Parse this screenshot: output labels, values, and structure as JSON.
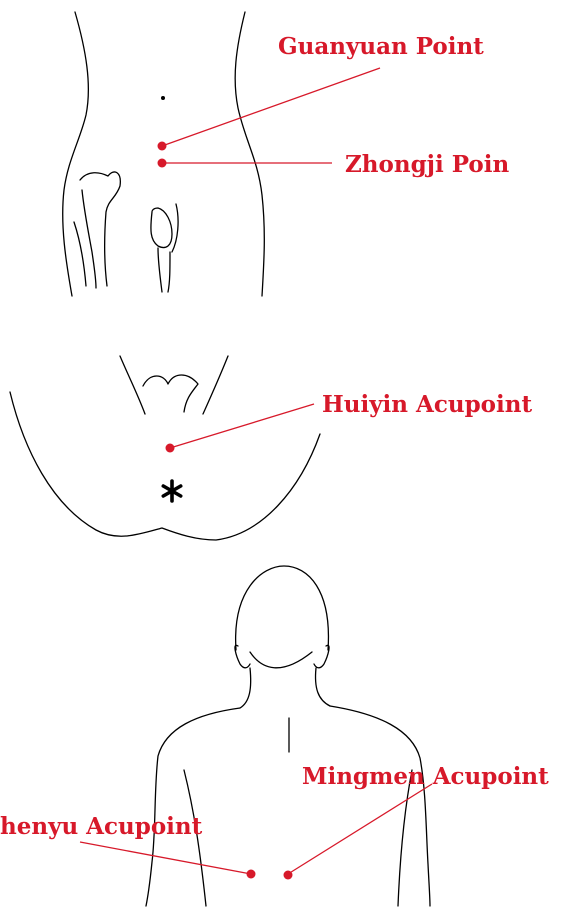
{
  "colors": {
    "accent": "#d7192a",
    "ink": "#000000",
    "background": "#ffffff"
  },
  "labels": {
    "guanyuan": "Guanyuan Point",
    "zhongji": "Zhongji Poin",
    "huiyin": "Huiyin Acupoint",
    "mingmen": "Mingmen Acupoint",
    "shenyu": "henyu Acupoint"
  }
}
